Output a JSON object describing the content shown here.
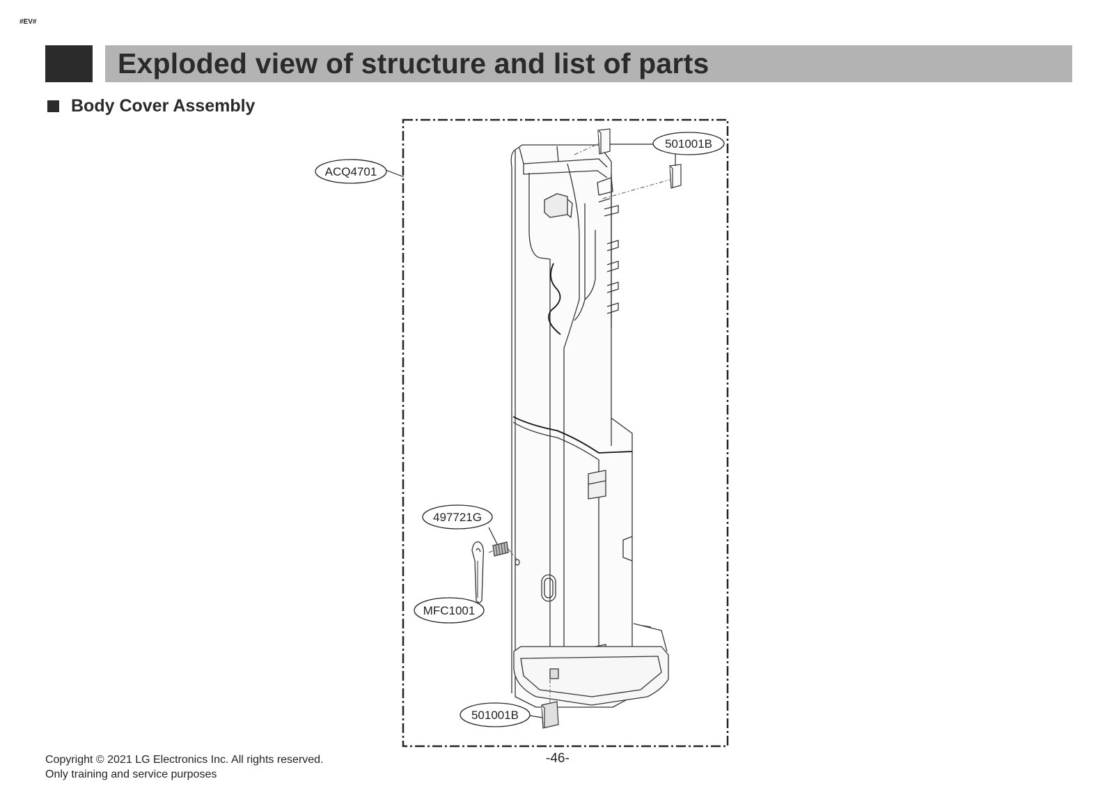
{
  "header": {
    "doc_tag": "#EV#",
    "title": "Exploded view of structure and list of parts"
  },
  "section": {
    "heading": "Body Cover Assembly"
  },
  "diagram": {
    "callouts": {
      "top_right": "501001B",
      "top_left": "ACQ4701",
      "middle_left": "497721G",
      "lower_left": "MFC1001",
      "bottom": "501001B"
    }
  },
  "footer": {
    "copyright": "Copyright © 2021 LG Electronics Inc. All rights reserved.",
    "purpose": "Only training and service purposes",
    "page_number": "-46-"
  }
}
